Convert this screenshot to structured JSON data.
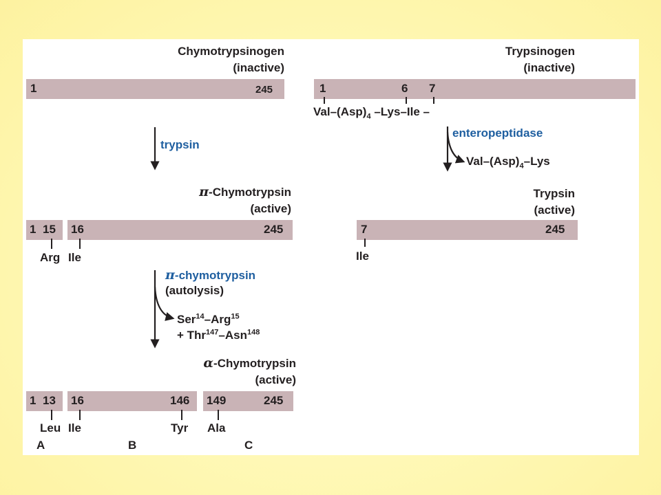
{
  "chymo": {
    "title": "Chymotrypsinogen",
    "state": "(inactive)",
    "bar_start": "1",
    "bar_end": "245",
    "enzyme1": "trypsin",
    "pi_symbol": "π",
    "pi_title": "-Chymotrypsin",
    "pi_state": "(active)",
    "pi_labels": {
      "n1": "1",
      "n15": "15",
      "n16": "16",
      "n245": "245",
      "arg": "Arg",
      "ile": "Ile"
    },
    "enzyme2": "-chymotrypsin",
    "enzyme2_note": "(autolysis)",
    "released1_a": "Ser",
    "released1_a_sup": "14",
    "released1_b": "Arg",
    "released1_b_sup": "15",
    "released2_a": "+ Thr",
    "released2_a_sup": "147",
    "released2_b": "Asn",
    "released2_b_sup": "148",
    "dash": "–",
    "alpha_symbol": "α",
    "alpha_title": "-Chymotrypsin",
    "alpha_state": "(active)",
    "alpha_labels": {
      "n1": "1",
      "n13": "13",
      "n16": "16",
      "n146": "146",
      "n149": "149",
      "n245": "245",
      "leu": "Leu",
      "ile": "Ile",
      "tyr": "Tyr",
      "ala": "Ala",
      "chainA": "A",
      "chainB": "B",
      "chainC": "C"
    }
  },
  "tryp": {
    "title": "Trypsinogen",
    "state": "(inactive)",
    "n1": "1",
    "n6": "6",
    "n7": "7",
    "seq_val": "Val–(Asp)",
    "seq_sub": "4",
    "seq_rest": " –Lys–Ile –",
    "enzyme": "enteropeptidase",
    "released_a": "Val–(Asp)",
    "released_sub": "4",
    "released_b": "–Lys",
    "active_title": "Trypsin",
    "active_state": "(active)",
    "a_n7": "7",
    "a_n245": "245",
    "a_ile": "Ile"
  },
  "colors": {
    "bar": "#c9b3b6",
    "enzyme_text": "#1f5fa0",
    "text": "#231f20",
    "background": "#fff9b8"
  }
}
